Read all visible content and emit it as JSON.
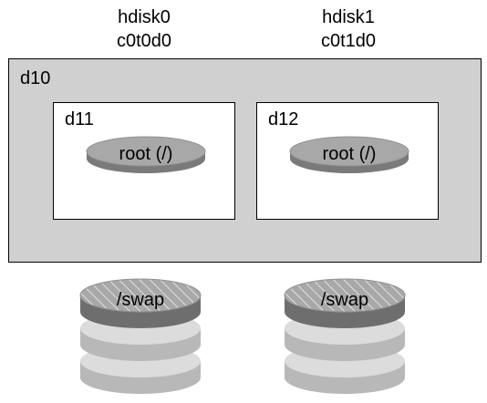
{
  "disks": [
    {
      "name": "hdisk0",
      "id": "c0t0d0"
    },
    {
      "name": "hdisk1",
      "id": "c0t1d0"
    }
  ],
  "mirror": {
    "label": "d10",
    "submirrors": [
      {
        "label": "d11",
        "slice": "root (/)"
      },
      {
        "label": "d12",
        "slice": "root (/)"
      }
    ]
  },
  "swap": [
    {
      "label": "/swap"
    },
    {
      "label": "/swap"
    }
  ],
  "colors": {
    "mirror_fill": "#d0d0d0",
    "slice_fill": "#a8a8a8",
    "slice_edge": "#808080",
    "platter_light": "#dcdcdc",
    "platter_dark": "#a8a8a8"
  }
}
